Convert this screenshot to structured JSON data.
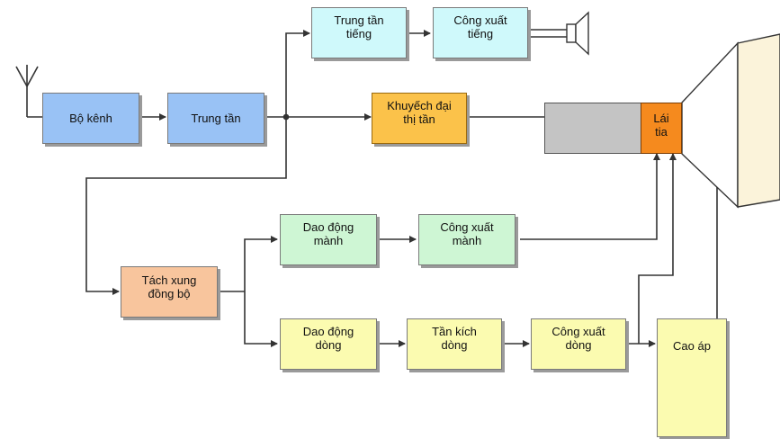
{
  "blocks": {
    "bo_kenh": "Bộ kênh",
    "trung_tan": "Trung tần",
    "trung_tan_tieng": "Trung tần\ntiếng",
    "cong_xuat_tieng": "Công xuất\ntiếng",
    "khuyech_dai_thi_tan": "Khuyếch đại\nthị tần",
    "lai_tia": "Lái\ntia",
    "tach_xung_dong_bo": "Tách xung\nđồng bộ",
    "dao_dong_manh": "Dao động\nmành",
    "cong_xuat_manh": "Công xuất\nmành",
    "dao_dong_dong": "Dao động\ndòng",
    "tan_kich_dong": "Tần kích\ndòng",
    "cong_xuat_dong": "Công xuất\ndòng",
    "cao_ap": "Cao áp"
  },
  "colors": {
    "line": "#333333",
    "screen_face": "#fbf3da",
    "screen_side": "#f1e6c2"
  }
}
